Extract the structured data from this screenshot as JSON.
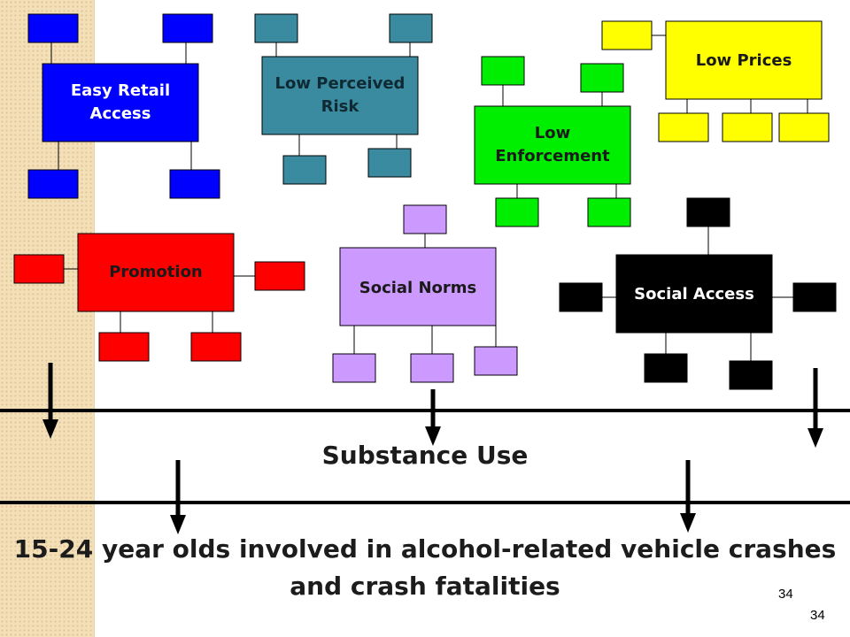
{
  "colors": {
    "easy_retail": "#0000ff",
    "low_perceived": "#3a8aa0",
    "low_enforcement": "#00ee00",
    "low_prices": "#ffff00",
    "promotion": "#ff0000",
    "social_norms": "#cc99ff",
    "social_access": "#000000"
  },
  "factors": {
    "easy_retail_access": "Easy Retail\nAccess",
    "low_perceived_risk": "Low Perceived\nRisk",
    "low_enforcement": "Low\nEnforcement",
    "low_prices": "Low Prices",
    "promotion": "Promotion",
    "social_norms": "Social Norms",
    "social_access": "Social Access"
  },
  "outcomes": {
    "substance_use": "Substance Use",
    "crashes": "15-24 year olds involved in alcohol-related vehicle crashes\nand crash fatalities"
  },
  "page_numbers": [
    "34",
    "34"
  ]
}
